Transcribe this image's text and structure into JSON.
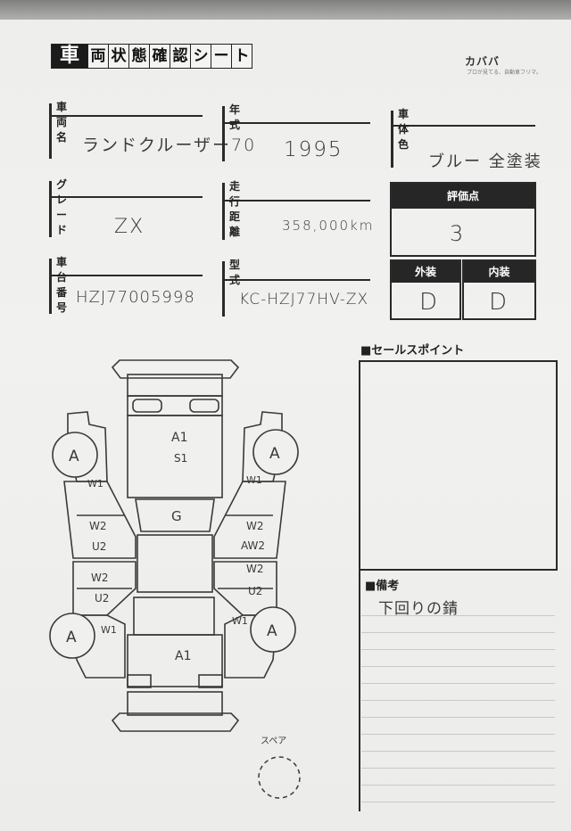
{
  "form": {
    "title_chars": [
      "車",
      "両",
      "状",
      "態",
      "確",
      "認",
      "シ",
      "ー",
      "ト"
    ],
    "logo": "カババ",
    "tagline": "プロが見てる、自動車フリマ。"
  },
  "fields": {
    "vehicle_name_label": "車両名",
    "vehicle_name_value": "ランドクルーザー70",
    "year_label": "年式",
    "year_value": "1995",
    "color_label": "車体色",
    "color_value": "ブルー 全塗装",
    "grade_label": "グレード",
    "grade_value": "ZX",
    "mileage_label": "走行距離",
    "mileage_value": "358,000km",
    "chassis_label": "車台番号",
    "chassis_value": "HZJ77005998",
    "model_label": "型式",
    "model_value": "KC-HZJ77HV-ZX"
  },
  "rating": {
    "score_label": "評価点",
    "score_value": "3",
    "exterior_label": "外装",
    "exterior_value": "D",
    "interior_label": "内装",
    "interior_value": "D"
  },
  "diagram": {
    "marks": {
      "wheel_fl": "A",
      "wheel_fr": "A",
      "wheel_rl": "A",
      "wheel_rr": "A",
      "hood_a": "A1",
      "hood_s": "S1",
      "windshield": "G",
      "left_fender": "W1",
      "left_front_door_w": "W2",
      "left_front_door_u": "U2",
      "left_rear_door_w": "W2",
      "left_rear_door_u": "U2",
      "left_quarter": "W1",
      "right_fender": "W1",
      "right_front_door_w": "W2",
      "right_front_door_a": "AW2",
      "right_rear_door_w": "W2",
      "right_rear_door_u": "U2",
      "right_quarter": "W1",
      "rear_a": "A1"
    },
    "spare_label": "スペア"
  },
  "sales_points": {
    "heading": "■セールスポイント"
  },
  "remarks": {
    "heading": "■備考",
    "text": "下回りの錆"
  }
}
